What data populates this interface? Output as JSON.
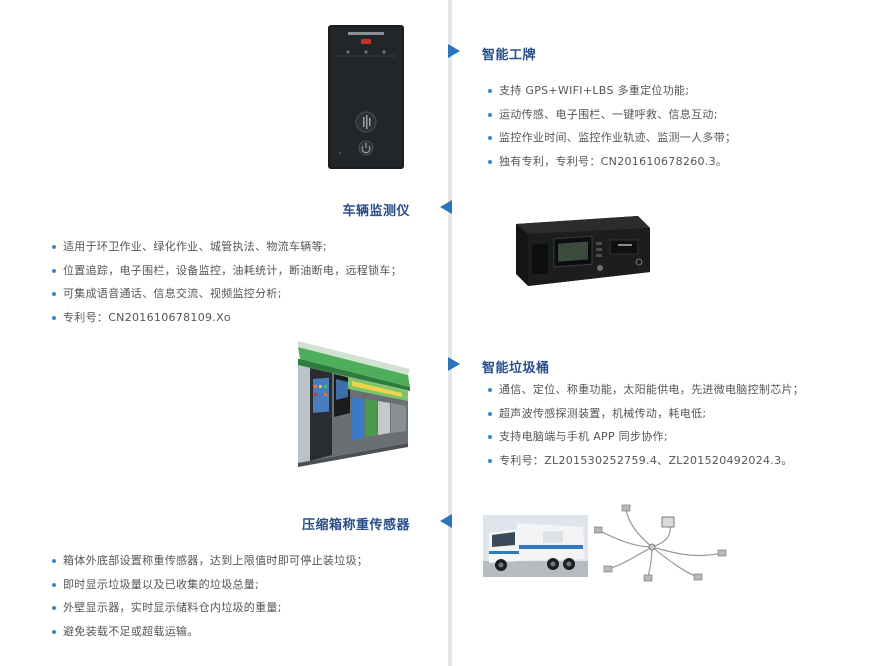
{
  "sections": [
    {
      "title": "智能工牌",
      "items": [
        "支持 GPS+WIFI+LBS 多重定位功能;",
        "运动传感、电子围栏、一键呼救、信息互动;",
        "监控作业时间、监控作业轨迹、监测一人多带；",
        "独有专利，专利号：CN201610678260.3。"
      ]
    },
    {
      "title": "车辆监测仪",
      "items": [
        "适用于环卫作业、绿化作业、城管执法、物流车辆等;",
        "位置追踪，电子围栏，设备监控，油耗统计，断油断电，远程锁车；",
        "可集成语音通话、信息交流、视频监控分析;",
        "专利号：CN201610678109.Xo"
      ]
    },
    {
      "title": "智能垃圾桶",
      "items": [
        "通信、定位、称重功能，太阳能供电，先进微电脑控制芯片；",
        "超声波传感探测装置，机械传动，耗电低;",
        "支持电脑端与手机 APP 同步协作;",
        "专利号：ZL201530252759.4、ZL201520492024.3。"
      ]
    },
    {
      "title": "压缩箱称重传感器",
      "items": [
        "箱体外底部设置称重传感器，达到上限值时即可停止装垃圾；",
        "即时显示垃圾量以及已收集的垃圾总量;",
        "外壁显示器，实时显示储料仓内垃圾的重量;",
        "避免装载不足或超载运输。"
      ]
    }
  ],
  "colors": {
    "accent": "#2a74b8",
    "title": "#2a4f8a",
    "bullet": "#3d86c6",
    "line": "#e3e6ea"
  }
}
